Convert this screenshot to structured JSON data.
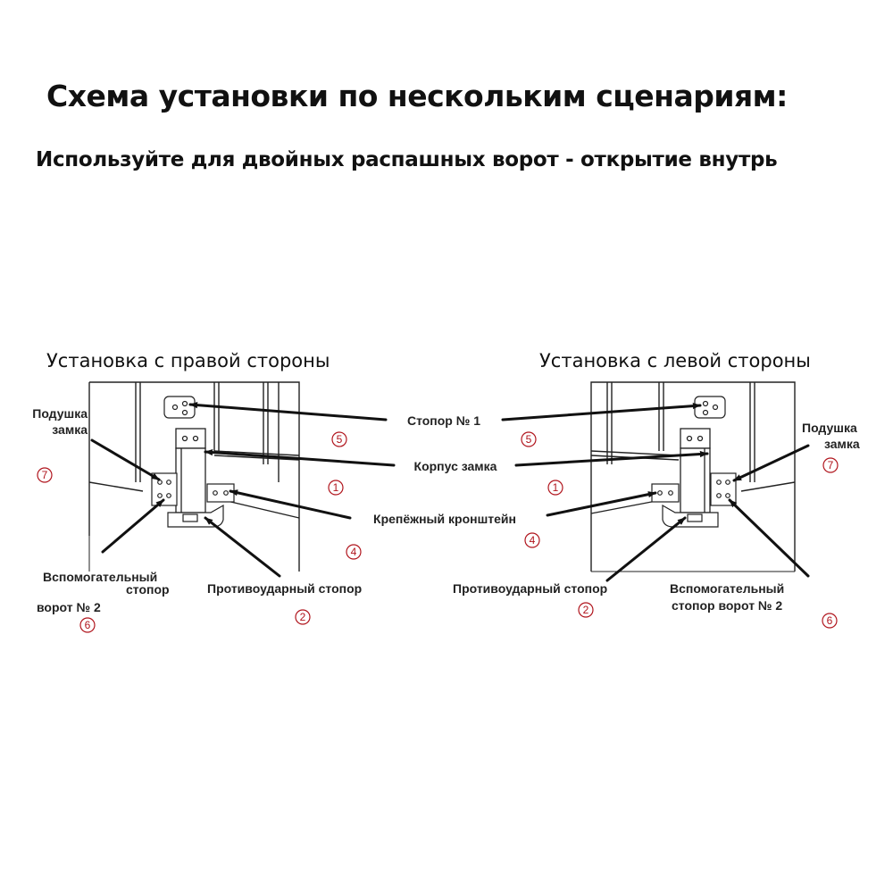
{
  "header": {
    "title": "Схема установки по нескольким сценариям:",
    "subtitle": "Используйте для двойных распашных ворот - открытие внутрь"
  },
  "sections": {
    "right": "Установка с правой стороны",
    "left": "Установка с левой стороны"
  },
  "callouts": {
    "stopper1": "Стопор № 1",
    "lock_body": "Корпус замка",
    "mount_bracket": "Крепёжный кронштейн"
  },
  "left_panel": {
    "lock_pad_line1": "Подушка",
    "lock_pad_line2": "замка",
    "aux_line1": "Вспомогательный",
    "aux_line2": "стопор",
    "aux_line3": "ворот № 2",
    "anti_impact": "Противоударный стопор"
  },
  "right_panel": {
    "lock_pad_line1": "Подушка",
    "lock_pad_line2": "замка",
    "anti_impact": "Противоударный стопор",
    "aux_line1": "Вспомогательный",
    "aux_line2": "стопор  ворот № 2"
  },
  "markers": {
    "m1": "1",
    "m2": "2",
    "m4": "4",
    "m5": "5",
    "m6": "6",
    "m7": "7"
  },
  "colors": {
    "marker": "#b0141c",
    "line": "#111111"
  }
}
